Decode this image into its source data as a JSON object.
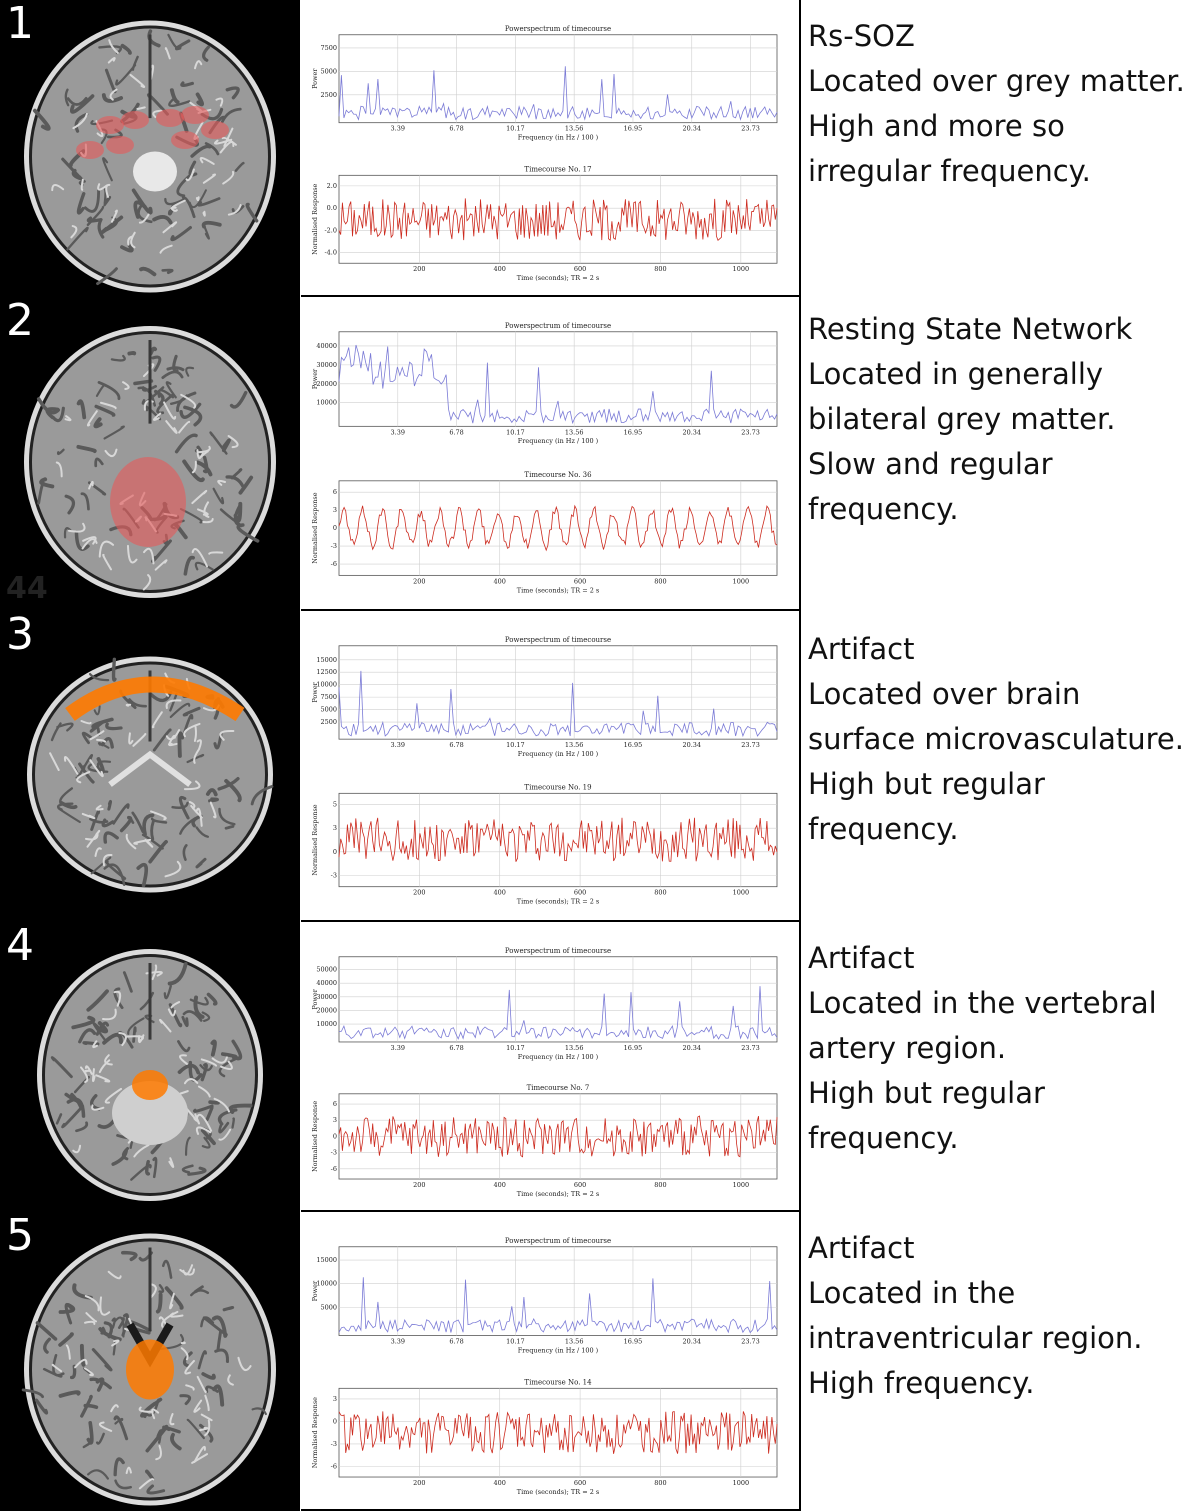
{
  "colors": {
    "spectrum_line": "#7b7bd6",
    "timecourse_line": "#cc2a1e",
    "overlay_light": "#e85a5a",
    "overlay_hot": "#ff7a00",
    "panel_background": "#000000"
  },
  "panels": [
    {
      "number": "1",
      "description": [
        "Rs-SOZ",
        "Located over grey matter.",
        "High and more so",
        "irregular frequency."
      ],
      "spectrum": {
        "title": "Powerspectrum of timecourse",
        "ylabel": "Power",
        "xlabel": "Frequency (in Hz / 100 )",
        "xticks": [
          "3.39",
          "6.78",
          "10.17",
          "13.56",
          "16.95",
          "20.34",
          "23.73"
        ],
        "yticks": [
          "7500",
          "5000",
          "2500"
        ]
      },
      "timecourse": {
        "title": "Timecourse No. 17",
        "ylabel": "Normalised Response",
        "xlabel": "Time (seconds); TR = 2 s",
        "xticks": [
          "200",
          "400",
          "600",
          "800",
          "1000"
        ],
        "yticks": [
          "2.0",
          "0.0",
          "-2.0",
          "-4.0"
        ]
      }
    },
    {
      "number": "2",
      "description": [
        "Resting State Network",
        "Located in generally",
        "bilateral grey matter.",
        "Slow and regular",
        "frequency."
      ],
      "spectrum": {
        "title": "Powerspectrum of timecourse",
        "ylabel": "Power",
        "xlabel": "Frequency (in Hz / 100 )",
        "xticks": [
          "3.39",
          "6.78",
          "10.17",
          "13.56",
          "16.95",
          "20.34",
          "23.73"
        ],
        "yticks": [
          "40000",
          "30000",
          "20000",
          "10000"
        ]
      },
      "timecourse": {
        "title": "Timecourse No. 36",
        "ylabel": "Normalised Response",
        "xlabel": "Time (seconds); TR = 2 s",
        "xticks": [
          "200",
          "400",
          "600",
          "800",
          "1000"
        ],
        "yticks": [
          "6",
          "3",
          "0",
          "-3",
          "-6"
        ]
      }
    },
    {
      "number": "3",
      "side_label": "44",
      "description": [
        "Artifact",
        "Located over brain",
        "surface microvasculature.",
        "High but regular",
        "frequency."
      ],
      "spectrum": {
        "title": "Powerspectrum of timecourse",
        "ylabel": "Power",
        "xlabel": "Frequency (in Hz / 100 )",
        "xticks": [
          "3.39",
          "6.78",
          "10.17",
          "13.56",
          "16.95",
          "20.34",
          "23.73"
        ],
        "yticks": [
          "15000",
          "12500",
          "10000",
          "7500",
          "5000",
          "2500"
        ]
      },
      "timecourse": {
        "title": "Timecourse No. 19",
        "ylabel": "Normalised Response",
        "xlabel": "Time (seconds); TR = 2 s",
        "xticks": [
          "200",
          "400",
          "600",
          "800",
          "1000"
        ],
        "yticks": [
          "5",
          "3",
          "0",
          "-3"
        ]
      }
    },
    {
      "number": "4",
      "description": [
        "Artifact",
        "Located in the vertebral",
        "artery region.",
        "High but regular",
        "frequency."
      ],
      "spectrum": {
        "title": "Powerspectrum of timecourse",
        "ylabel": "Power",
        "xlabel": "Frequency (in Hz / 100 )",
        "xticks": [
          "3.39",
          "6.78",
          "10.17",
          "13.56",
          "16.95",
          "20.34",
          "23.73"
        ],
        "yticks": [
          "50000",
          "40000",
          "30000",
          "20000",
          "10000"
        ]
      },
      "timecourse": {
        "title": "Timecourse No. 7",
        "ylabel": "Normalised Response",
        "xlabel": "Time (seconds); TR = 2 s",
        "xticks": [
          "200",
          "400",
          "600",
          "800",
          "1000"
        ],
        "yticks": [
          "6",
          "3",
          "0",
          "-3",
          "-6"
        ]
      }
    },
    {
      "number": "5",
      "description": [
        "Artifact",
        "Located in the",
        "intraventricular region.",
        "High frequency."
      ],
      "spectrum": {
        "title": "Powerspectrum of timecourse",
        "ylabel": "Power",
        "xlabel": "Frequency (in Hz / 100 )",
        "xticks": [
          "3.39",
          "6.78",
          "10.17",
          "13.56",
          "16.95",
          "20.34",
          "23.73"
        ],
        "yticks": [
          "15000",
          "10000",
          "5000"
        ]
      },
      "timecourse": {
        "title": "Timecourse No. 14",
        "ylabel": "Normalised Response",
        "xlabel": "Time (seconds); TR = 2 s",
        "xticks": [
          "200",
          "400",
          "600",
          "800",
          "1000"
        ],
        "yticks": [
          "3",
          "0",
          "-3",
          "-6"
        ]
      }
    }
  ]
}
